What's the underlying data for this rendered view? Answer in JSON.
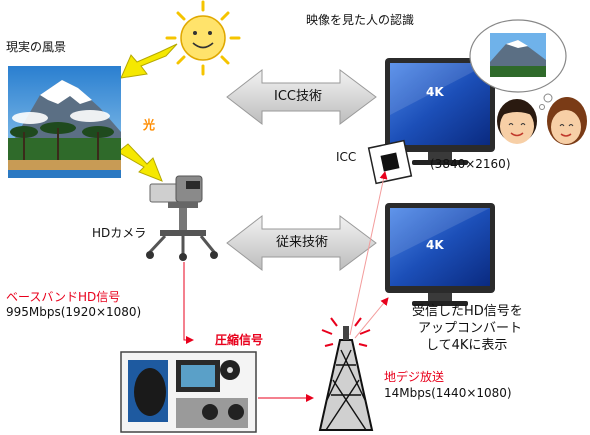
{
  "labels": {
    "real_scene": "現実の風景",
    "perceived": "映像を見た人の認識",
    "light": "光",
    "icc_tech": "ICC技術",
    "icc": "ICC",
    "resolution_4k": "(3840×2160)",
    "hd_camera": "HDカメラ",
    "conventional_tech": "従来技術",
    "baseband_title": "ベースバンドHD信号",
    "baseband_spec": "995Mbps(1920×1080)",
    "compression": "圧縮信号",
    "terrestrial_title": "地デジ放送",
    "terrestrial_spec": "14Mbps(1440×1080)",
    "upconvert_1": "受信したHD信号を",
    "upconvert_2": "アップコンバート",
    "upconvert_3": "して4Kに表示",
    "tv_top": "4K",
    "tv_bottom": "4K"
  },
  "colors": {
    "signal_red": "#e8001c",
    "light_yellow": "#f5e800",
    "orange": "#ff8c00",
    "tv_blue": "#1c4fb8",
    "arrow_gray": "#d4d4d4"
  }
}
